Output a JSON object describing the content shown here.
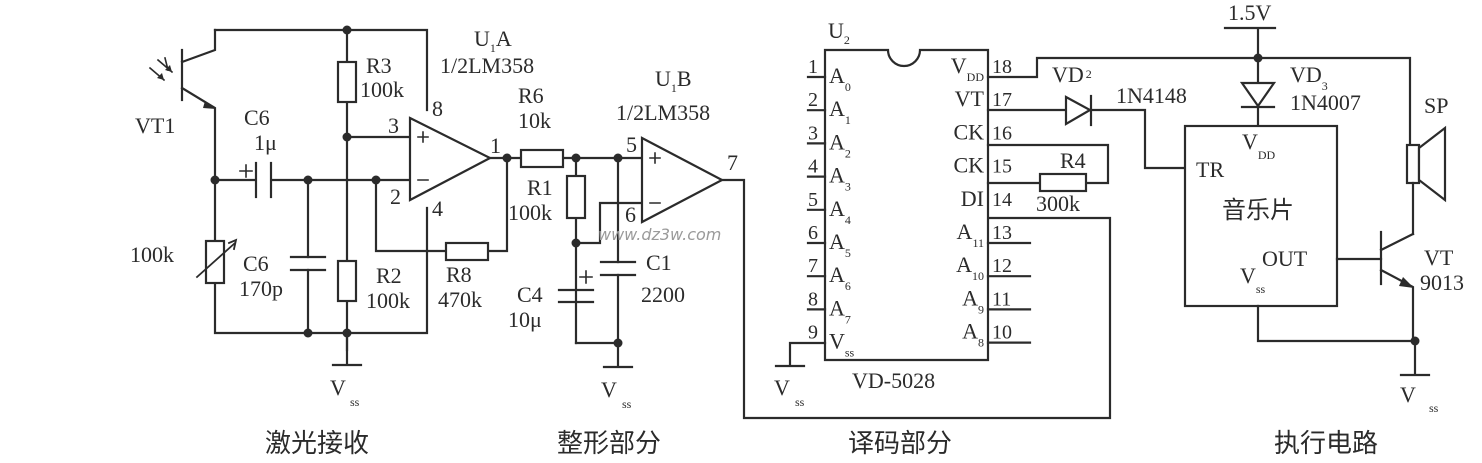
{
  "sections": {
    "laser_receive": "激光接收",
    "shaping": "整形部分",
    "decoding": "译码部分",
    "execution": "执行电路"
  },
  "watermark": "www.dz3w.com",
  "components": {
    "vt1": "VT1",
    "c6a_name": "C6",
    "c6a_value": "1μ",
    "r3_name": "R3",
    "r3_value": "100k",
    "pot_value": "100k",
    "c6b_name": "C6",
    "c6b_value": "170p",
    "r2_name": "R2",
    "r2_value": "100k",
    "r8_name": "R8",
    "r8_value": "470k",
    "u1a_name": "U",
    "u1a_sub": "1",
    "u1a_suffix": "A",
    "u1a_part": "1/2LM358",
    "r6_name": "R6",
    "r6_value": "10k",
    "r1_name": "R1",
    "r1_value": "100k",
    "c4_name": "C4",
    "c4_value": "10μ",
    "c1_name": "C1",
    "c1_value": "2200",
    "u1b_name": "U",
    "u1b_sub": "1",
    "u1b_suffix": "B",
    "u1b_part": "1/2LM358",
    "u2_name": "U",
    "u2_sub": "2",
    "u2_part": "VD-5028",
    "r4_name": "R4",
    "r4_value": "300k",
    "vd2_name": "VD",
    "vd2_sub": "2",
    "vd2_part": "1N4148",
    "vd3_name": "VD",
    "vd3_sub": "3",
    "vd3_part": "1N4007",
    "supply": "1.5V",
    "music_chip": "音乐片",
    "music_tr": "TR",
    "music_out": "OUT",
    "sp": "SP",
    "vt_name": "VT",
    "vt_part": "9013",
    "vss": "V",
    "vss_sub": "ss",
    "vdd": "V",
    "vdd_sub": "DD"
  },
  "opamp_pins": {
    "a_plus": "3",
    "a_minus": "2",
    "a_out": "1",
    "a_vcc": "8",
    "a_gnd": "4",
    "b_plus": "5",
    "b_minus": "6",
    "b_out": "7"
  },
  "u2_left_pins": [
    {
      "num": "1",
      "name": "A",
      "sub": "0"
    },
    {
      "num": "2",
      "name": "A",
      "sub": "1"
    },
    {
      "num": "3",
      "name": "A",
      "sub": "2"
    },
    {
      "num": "4",
      "name": "A",
      "sub": "3"
    },
    {
      "num": "5",
      "name": "A",
      "sub": "4"
    },
    {
      "num": "6",
      "name": "A",
      "sub": "5"
    },
    {
      "num": "7",
      "name": "A",
      "sub": "6"
    },
    {
      "num": "8",
      "name": "A",
      "sub": "7"
    },
    {
      "num": "9",
      "name": "V",
      "sub": "ss"
    }
  ],
  "u2_right_pins": [
    {
      "num": "18",
      "name": "V",
      "sub": "DD"
    },
    {
      "num": "17",
      "name": "VT",
      "sub": ""
    },
    {
      "num": "16",
      "name": "CK",
      "sub": ""
    },
    {
      "num": "15",
      "name": "CK",
      "sub": ""
    },
    {
      "num": "14",
      "name": "DI",
      "sub": ""
    },
    {
      "num": "13",
      "name": "A",
      "sub": "11"
    },
    {
      "num": "12",
      "name": "A",
      "sub": "10"
    },
    {
      "num": "11",
      "name": "A",
      "sub": "9"
    },
    {
      "num": "10",
      "name": "A",
      "sub": "8"
    }
  ]
}
